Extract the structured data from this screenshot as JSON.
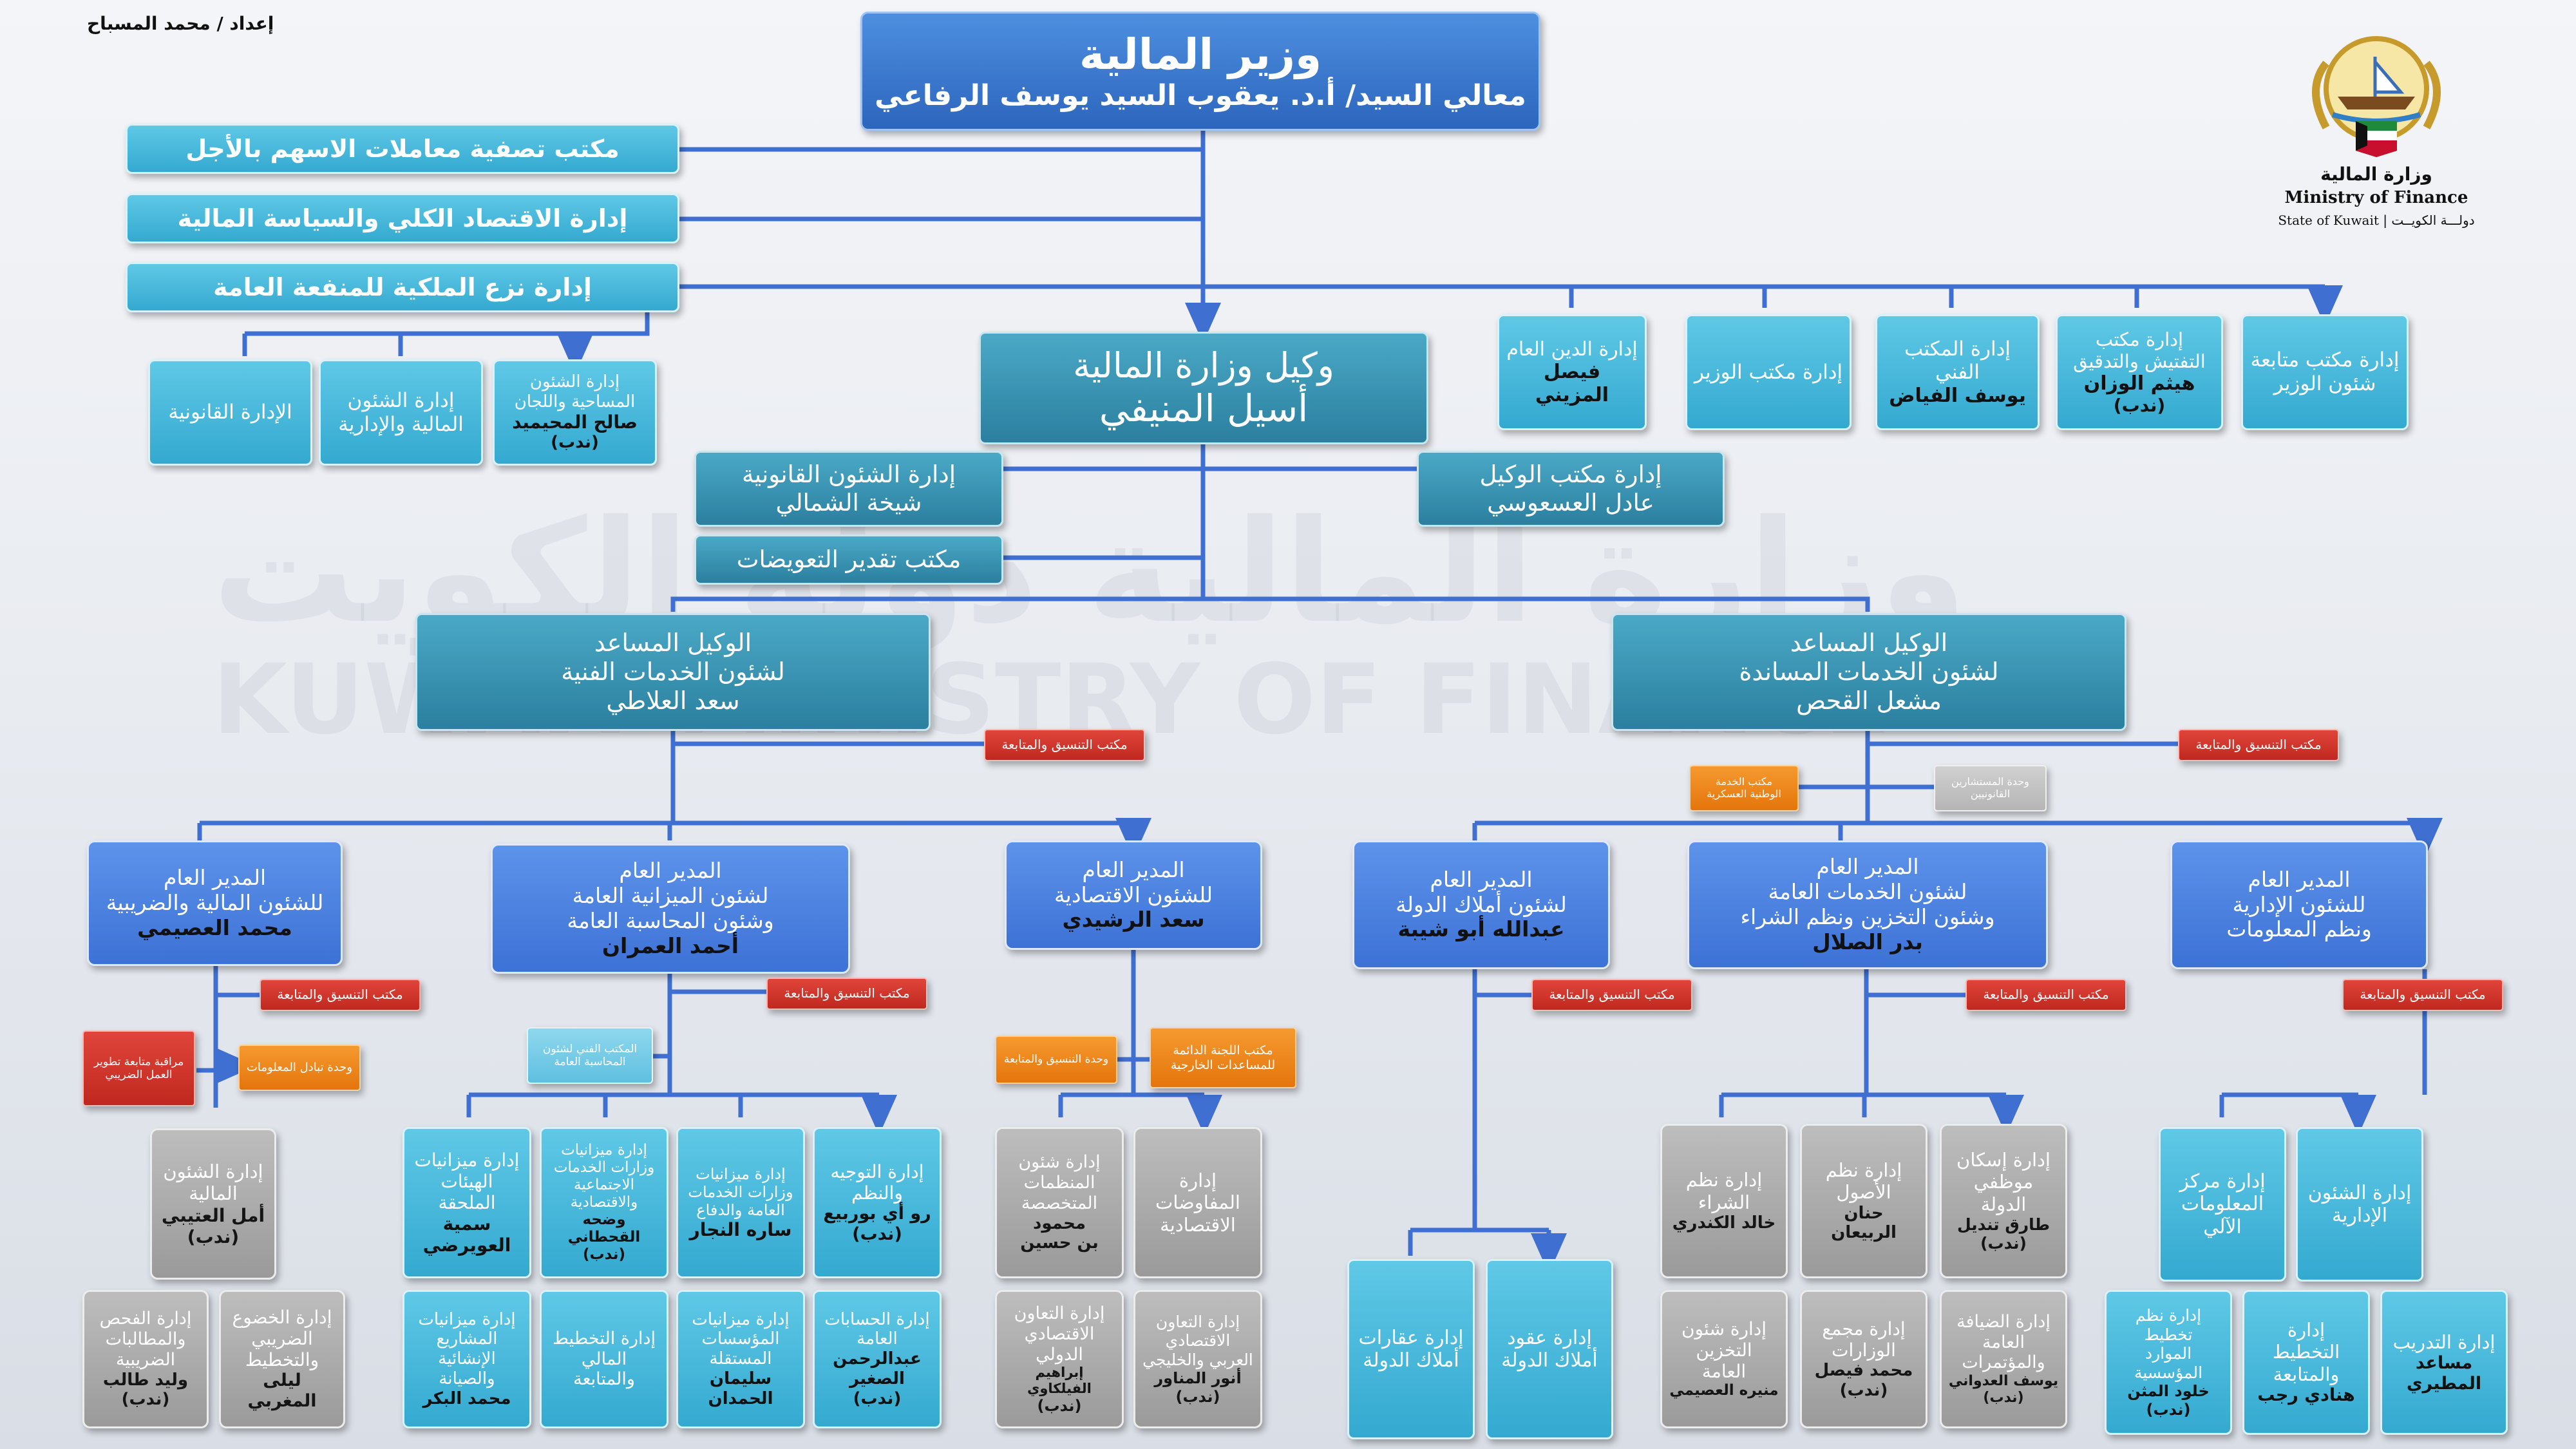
{
  "prepared_by": "إعداد / محمد المسباح",
  "ministry": {
    "name_ar": "وزارة المالية",
    "name_en": "Ministry of Finance",
    "state_en": "State of Kuwait",
    "separator": "|",
    "state_ar": "دولـــة الكويــت"
  },
  "minister": {
    "title": "وزير المالية",
    "name": "معالي السيد/ أ.د. يعقوب السيد يوسف الرفاعي"
  },
  "left_offices": [
    "مكتب تصفية معاملات الاسهم بالأجل",
    "إدارة الاقتصاد الكلي والسياسة المالية",
    "إدارة نزع الملكية للمنفعة العامة"
  ],
  "expropriation_units": {
    "legal": "الإدارة القانونية",
    "finance_admin": [
      "إدارة الشئون",
      "المالية والإدارية"
    ],
    "survey": [
      "إدارة الشئون",
      "المساحية واللجان",
      "صالح المحيميد",
      "(ندب)"
    ]
  },
  "minister_units": {
    "debt": [
      "إدارة الدين العام",
      "فيصل المزيني"
    ],
    "minister_office": [
      "إدارة مكتب الوزير"
    ],
    "tech_office": [
      "إدارة المكتب الفني",
      "يوسف الفياض"
    ],
    "inspection": [
      "إدارة مكتب",
      "التفتيش والتدقيق",
      "هيثم الوزان",
      "(ندب)"
    ],
    "followup": [
      "إدارة مكتب متابعة",
      "شئون الوزير"
    ]
  },
  "undersecretary": {
    "title": "وكيل وزارة المالية",
    "name": "أسيل المنيفي"
  },
  "legal_affairs": [
    "إدارة الشئون القانونية",
    "شيخة الشمالي"
  ],
  "undersecretary_office": [
    "إدارة مكتب الوكيل",
    "عادل العسعوسي"
  ],
  "compensation_office": "مكتب تقدير التعويضات",
  "asst_technical": {
    "title": "الوكيل المساعد",
    "sector": "لشئون الخدمات الفنية",
    "name": "سعد العلاطي"
  },
  "asst_support": {
    "title": "الوكيل المساعد",
    "sector": "لشئون الخدمات المساندة",
    "name": "مشعل القحص"
  },
  "coordination_label": "مكتب التنسيق والمتابعة",
  "national_service": [
    "مكتب الخدمة",
    "الوطنية العسكرية"
  ],
  "legal_advisors": [
    "وحدة المستشارين",
    "القانونيين"
  ],
  "dg_tax": {
    "title": "المدير العام",
    "sector": "للشئون المالية والضريبية",
    "name": "محمد العصيمي"
  },
  "dg_budget": {
    "title": "المدير العام",
    "sector1": "لشئون الميزانية العامة",
    "sector2": "وشئون المحاسبة العامة",
    "name": "أحمد العمران"
  },
  "dg_economic": {
    "title": "المدير العام",
    "sector": "للشئون الاقتصادية",
    "name": "سعد الرشيدي"
  },
  "dg_property": {
    "title": "المدير العام",
    "sector": "لشئون أملاك الدولة",
    "name": "عبدالله أبو شيبة"
  },
  "dg_services": {
    "title": "المدير العام",
    "sector1": "لشئون الخدمات العامة",
    "sector2": "وشئون التخزين ونظم الشراء",
    "name": "بدر الصلال"
  },
  "dg_admin": {
    "title": "المدير العام",
    "sector1": "للشئون الإدارية",
    "sector2": "ونظم المعلومات"
  },
  "tax_units": {
    "reform": [
      "مراقبة متابعة تطوير",
      "العمل الضريبي"
    ],
    "info_exchange": "وحدة تبادل المعلومات",
    "financial_affairs": [
      "إدارة الشئون",
      "المالية",
      "أمل العتيبي",
      "(ندب)"
    ],
    "audit": [
      "إدارة الفحص",
      "والمطالبات",
      "الضريبية",
      "وليد طالب",
      "(ندب)"
    ],
    "compliance": [
      "إدارة الخضوع",
      "الضريبي",
      "والتخطيط",
      "ليلى المغربي"
    ]
  },
  "budget_units": {
    "tech_office": [
      "المكتب الفني لشئون",
      "المحاسبة العامة"
    ],
    "annexed": [
      "إدارة ميزانيات",
      "الهيئات الملحقة",
      "سمية",
      "العويرضي"
    ],
    "social": [
      "إدارة ميزانيات",
      "وزارات الخدمات",
      "الاجتماعية",
      "والاقتصادية",
      "وضحه القحطاني",
      "(ندب)"
    ],
    "security": [
      "إدارة ميزانيات",
      "وزارات الخدمات",
      "العامة والدفاع",
      "ساره النجار"
    ],
    "guidance": [
      "إدارة التوجيه",
      "والنظم",
      "رو أي بوربيع",
      "(ندب)"
    ],
    "projects": [
      "إدارة ميزانيات",
      "المشاريع",
      "الإنشائية",
      "والصيانة",
      "محمد البكر"
    ],
    "planning": [
      "إدارة التخطيط",
      "المالي والمتابعة"
    ],
    "independent": [
      "إدارة ميزانيات",
      "المؤسسات",
      "المستقلة",
      "سليمان",
      "الحمدان"
    ],
    "accounts": [
      "إدارة الحسابات",
      "العامة",
      "عبدالرحمن",
      "الصغير",
      "(ندب)"
    ]
  },
  "economic_units": {
    "coordination": "وحدة التنسيق والمتابعة",
    "committee": [
      "مكتب اللجنة الدائمة",
      "للمساعدات الخارجية"
    ],
    "organizations": [
      "إدارة شئون",
      "المنظمات",
      "المتخصصة",
      "محمود",
      "بن حسين"
    ],
    "negotiations": [
      "إدارة",
      "المفاوضات",
      "الاقتصادية"
    ],
    "intl_coop": [
      "إدارة التعاون",
      "الاقتصادي",
      "الدولي",
      "إبراهيم الفيلكاوي",
      "(ندب)"
    ],
    "arab_coop": [
      "إدارة التعاون",
      "الاقتصادي",
      "العربي والخليجي",
      "أنور المناور",
      "(ندب)"
    ]
  },
  "property_units": {
    "real_estate": [
      "إدارة عقارات",
      "أملاك الدولة"
    ],
    "contracts": [
      "إدارة عقود",
      "أملاك الدولة"
    ]
  },
  "services_units": {
    "purchasing": [
      "إدارة نظم",
      "الشراء",
      "خالد الكندري"
    ],
    "assets": [
      "إدارة نظم",
      "الأصول",
      "حنان الربيعان"
    ],
    "housing": [
      "إدارة إسكان",
      "موظفي",
      "الدولة",
      "طارق تنديل",
      "(ندب)"
    ],
    "storage": [
      "إدارة شئون",
      "التخزين",
      "العامة",
      "منيره العصيمي"
    ],
    "ministries_complex": [
      "إدارة مجمع",
      "الوزارات",
      "محمد فيصل",
      "(ندب)"
    ],
    "hospitality": [
      "إدارة الضيافة",
      "العامة",
      "والمؤتمرات",
      "يوسف العدواني",
      "(ندب)"
    ]
  },
  "admin_units": {
    "computer_center": [
      "إدارة مركز",
      "المعلومات",
      "الآلي"
    ],
    "admin_affairs": [
      "إدارة الشئون",
      "الإدارية"
    ],
    "hr_planning": [
      "إدارة نظم",
      "تخطيط",
      "الموارد",
      "المؤسسية",
      "خلود المثن",
      "(ندب)"
    ],
    "planning_followup": [
      "إدارة",
      "التخطيط",
      "والمتابعة",
      "هنادي رجب"
    ],
    "training": [
      "إدارة التدريب",
      "مساعد المطيري"
    ]
  },
  "colors": {
    "cyan": "#3fb3da",
    "teal": "#3590b0",
    "royal": "#3a78d0",
    "blue": "#4a82e0",
    "gray": "#a8a8a8",
    "red": "#cf3328",
    "orange": "#ee8418",
    "line": "#3f6fd0"
  }
}
